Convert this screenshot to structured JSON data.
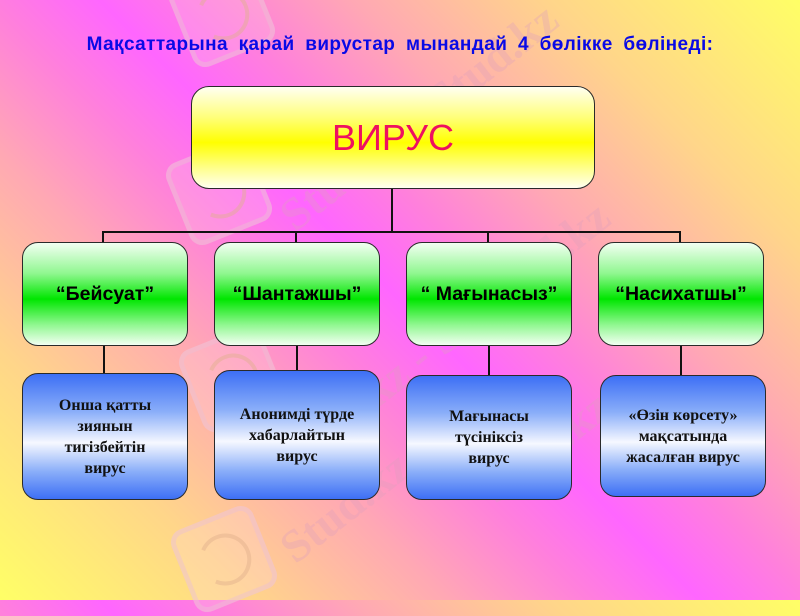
{
  "title": "Мақсаттарына  қарай  вирустар  мынандай  4  бөлікке  бөлінеді:",
  "root": {
    "label": "ВИРУС"
  },
  "categories": [
    {
      "label": "“Бейсуат”",
      "description": "Онша қатты\nзиянын\nтигізбейтін\nвирус"
    },
    {
      "label": "“Шантажшы”",
      "description": "Анонимді түрде\nхабарлайтын\nвирус"
    },
    {
      "label": "“ Мағынасыз”",
      "description": "Мағынасы\nтүсініксіз\nвирус"
    },
    {
      "label": "“Насихатшы”",
      "description": "«Өзін  көрсету»\n мақсатында\nжасалған вирус"
    }
  ],
  "watermarks": [
    "Stud.kz - Stud.kz",
    "Stud.kz",
    "Stud.kz - Stud.kz",
    "Stud.kz",
    "Stud.kz"
  ],
  "colors": {
    "title": "#0a0ae6",
    "root_text": "#ee1060",
    "root_fill": "#ffff00",
    "category_fill": "#00e600",
    "description_fill": "#3d6ff5"
  }
}
